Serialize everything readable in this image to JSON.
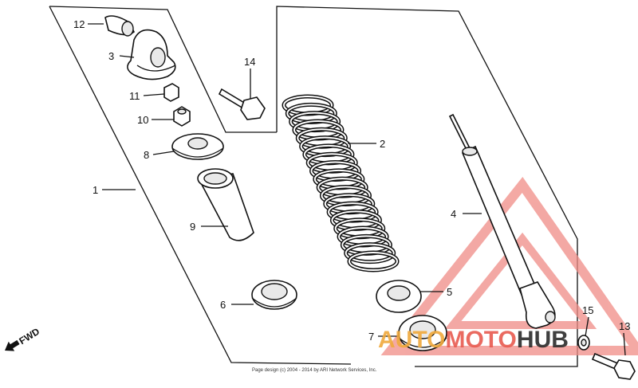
{
  "diagram": {
    "callouts": [
      {
        "id": "c1",
        "text": "1"
      },
      {
        "id": "c2",
        "text": "2"
      },
      {
        "id": "c3",
        "text": "3"
      },
      {
        "id": "c4",
        "text": "4"
      },
      {
        "id": "c5",
        "text": "5"
      },
      {
        "id": "c6",
        "text": "6"
      },
      {
        "id": "c7",
        "text": "7"
      },
      {
        "id": "c8",
        "text": "8"
      },
      {
        "id": "c9",
        "text": "9"
      },
      {
        "id": "c10",
        "text": "10"
      },
      {
        "id": "c11",
        "text": "11"
      },
      {
        "id": "c12",
        "text": "12"
      },
      {
        "id": "c13",
        "text": "13"
      },
      {
        "id": "c14",
        "text": "14"
      },
      {
        "id": "c15",
        "text": "15"
      }
    ],
    "fwd_label": "FWD",
    "footer_text": "Page design (c) 2004 - 2014 by ARI Network Services, Inc."
  },
  "watermark": {
    "part_a": "AUTO",
    "part_b": "MOTO",
    "part_c": "HUB",
    "triangle_color": "#f08c86"
  }
}
